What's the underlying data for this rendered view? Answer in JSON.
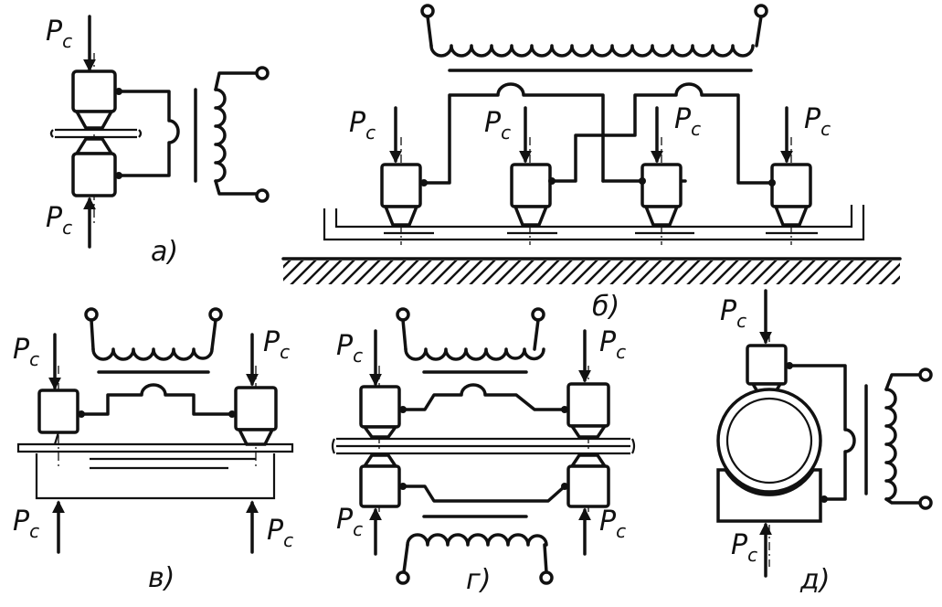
{
  "force_label": "P",
  "force_subscript": "c",
  "captions": {
    "a": "а)",
    "b": "б)",
    "v": "в)",
    "g": "г)",
    "d": "д)"
  }
}
